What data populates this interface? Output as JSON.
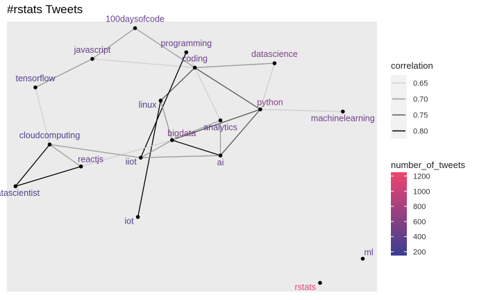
{
  "title": "#rstats Tweets",
  "chart_data": {
    "type": "network",
    "title": "#rstats Tweets",
    "nodes": [
      {
        "name": "100daysofcode",
        "x": 0.45,
        "y": 0.97,
        "tweets": 380
      },
      {
        "name": "programming",
        "x": 0.63,
        "y": 0.86,
        "tweets": 420
      },
      {
        "name": "javascript",
        "x": 0.3,
        "y": 0.83,
        "tweets": 420
      },
      {
        "name": "coding",
        "x": 0.66,
        "y": 0.79,
        "tweets": 450
      },
      {
        "name": "datascience",
        "x": 0.94,
        "y": 0.81,
        "tweets": 560
      },
      {
        "name": "tensorflow",
        "x": 0.1,
        "y": 0.7,
        "tweets": 300
      },
      {
        "name": "linux",
        "x": 0.54,
        "y": 0.64,
        "tweets": 300
      },
      {
        "name": "python",
        "x": 0.89,
        "y": 0.6,
        "tweets": 620
      },
      {
        "name": "machinelearning",
        "x": 1.18,
        "y": 0.59,
        "tweets": 460
      },
      {
        "name": "analytics",
        "x": 0.75,
        "y": 0.55,
        "tweets": 400
      },
      {
        "name": "bigdata",
        "x": 0.58,
        "y": 0.46,
        "tweets": 580
      },
      {
        "name": "cloudcomputing",
        "x": 0.15,
        "y": 0.44,
        "tweets": 300
      },
      {
        "name": "ai",
        "x": 0.75,
        "y": 0.39,
        "tweets": 420
      },
      {
        "name": "reactjs",
        "x": 0.26,
        "y": 0.34,
        "tweets": 420
      },
      {
        "name": "iiot",
        "x": 0.47,
        "y": 0.38,
        "tweets": 300
      },
      {
        "name": "datascientist",
        "x": 0.03,
        "y": 0.25,
        "tweets": 300
      },
      {
        "name": "iot",
        "x": 0.46,
        "y": 0.11,
        "tweets": 300
      },
      {
        "name": "ml",
        "x": 1.25,
        "y": -0.08,
        "tweets": 380
      },
      {
        "name": "rstats",
        "x": 1.1,
        "y": -0.19,
        "tweets": 1200
      }
    ],
    "edges": [
      {
        "from": "100daysofcode",
        "to": "javascript",
        "correlation": 0.68
      },
      {
        "from": "100daysofcode",
        "to": "coding",
        "correlation": 0.7
      },
      {
        "from": "javascript",
        "to": "coding",
        "correlation": 0.65
      },
      {
        "from": "javascript",
        "to": "tensorflow",
        "correlation": 0.7
      },
      {
        "from": "tensorflow",
        "to": "cloudcomputing",
        "correlation": 0.65
      },
      {
        "from": "coding",
        "to": "datascience",
        "correlation": 0.68
      },
      {
        "from": "coding",
        "to": "linux",
        "correlation": 0.75
      },
      {
        "from": "coding",
        "to": "python",
        "correlation": 0.77
      },
      {
        "from": "coding",
        "to": "analytics",
        "correlation": 0.65
      },
      {
        "from": "programming",
        "to": "coding",
        "correlation": 0.65
      },
      {
        "from": "programming",
        "to": "iiot",
        "correlation": 0.78
      },
      {
        "from": "datascience",
        "to": "python",
        "correlation": 0.65
      },
      {
        "from": "linux",
        "to": "bigdata",
        "correlation": 0.72
      },
      {
        "from": "linux",
        "to": "iot",
        "correlation": 0.78
      },
      {
        "from": "python",
        "to": "machinelearning",
        "correlation": 0.65
      },
      {
        "from": "python",
        "to": "bigdata",
        "correlation": 0.75
      },
      {
        "from": "python",
        "to": "ai",
        "correlation": 0.76
      },
      {
        "from": "analytics",
        "to": "ai",
        "correlation": 0.7
      },
      {
        "from": "analytics",
        "to": "bigdata",
        "correlation": 0.7
      },
      {
        "from": "bigdata",
        "to": "ai",
        "correlation": 0.8
      },
      {
        "from": "bigdata",
        "to": "iiot",
        "correlation": 0.7
      },
      {
        "from": "bigdata",
        "to": "reactjs",
        "correlation": 0.65
      },
      {
        "from": "ai",
        "to": "iiot",
        "correlation": 0.72
      },
      {
        "from": "cloudcomputing",
        "to": "iiot",
        "correlation": 0.72
      },
      {
        "from": "cloudcomputing",
        "to": "reactjs",
        "correlation": 0.72
      },
      {
        "from": "cloudcomputing",
        "to": "datascientist",
        "correlation": 0.8
      },
      {
        "from": "reactjs",
        "to": "datascientist",
        "correlation": 0.78
      }
    ],
    "xlim": [
      0.0,
      1.3
    ],
    "ylim": [
      -0.23,
      1.0
    ],
    "legend_placement": "right",
    "legends": {
      "correlation": {
        "title": "correlation",
        "entries": [
          {
            "label": "0.65",
            "value": 0.65,
            "color": "#cfcfcf"
          },
          {
            "label": "0.70",
            "value": 0.7,
            "color": "#9a9a9a"
          },
          {
            "label": "0.75",
            "value": 0.75,
            "color": "#555555"
          },
          {
            "label": "0.80",
            "value": 0.8,
            "color": "#000000"
          }
        ]
      },
      "tweets": {
        "title": "number_of_tweets",
        "min": 150,
        "max": 1250,
        "breaks": [
          "200",
          "400",
          "600",
          "800",
          "1000",
          "1200"
        ],
        "low_color": "#3a3d92",
        "high_color": "#f0456f"
      }
    },
    "colors": {
      "panel": "#ebebeb",
      "node": "#000000"
    }
  }
}
